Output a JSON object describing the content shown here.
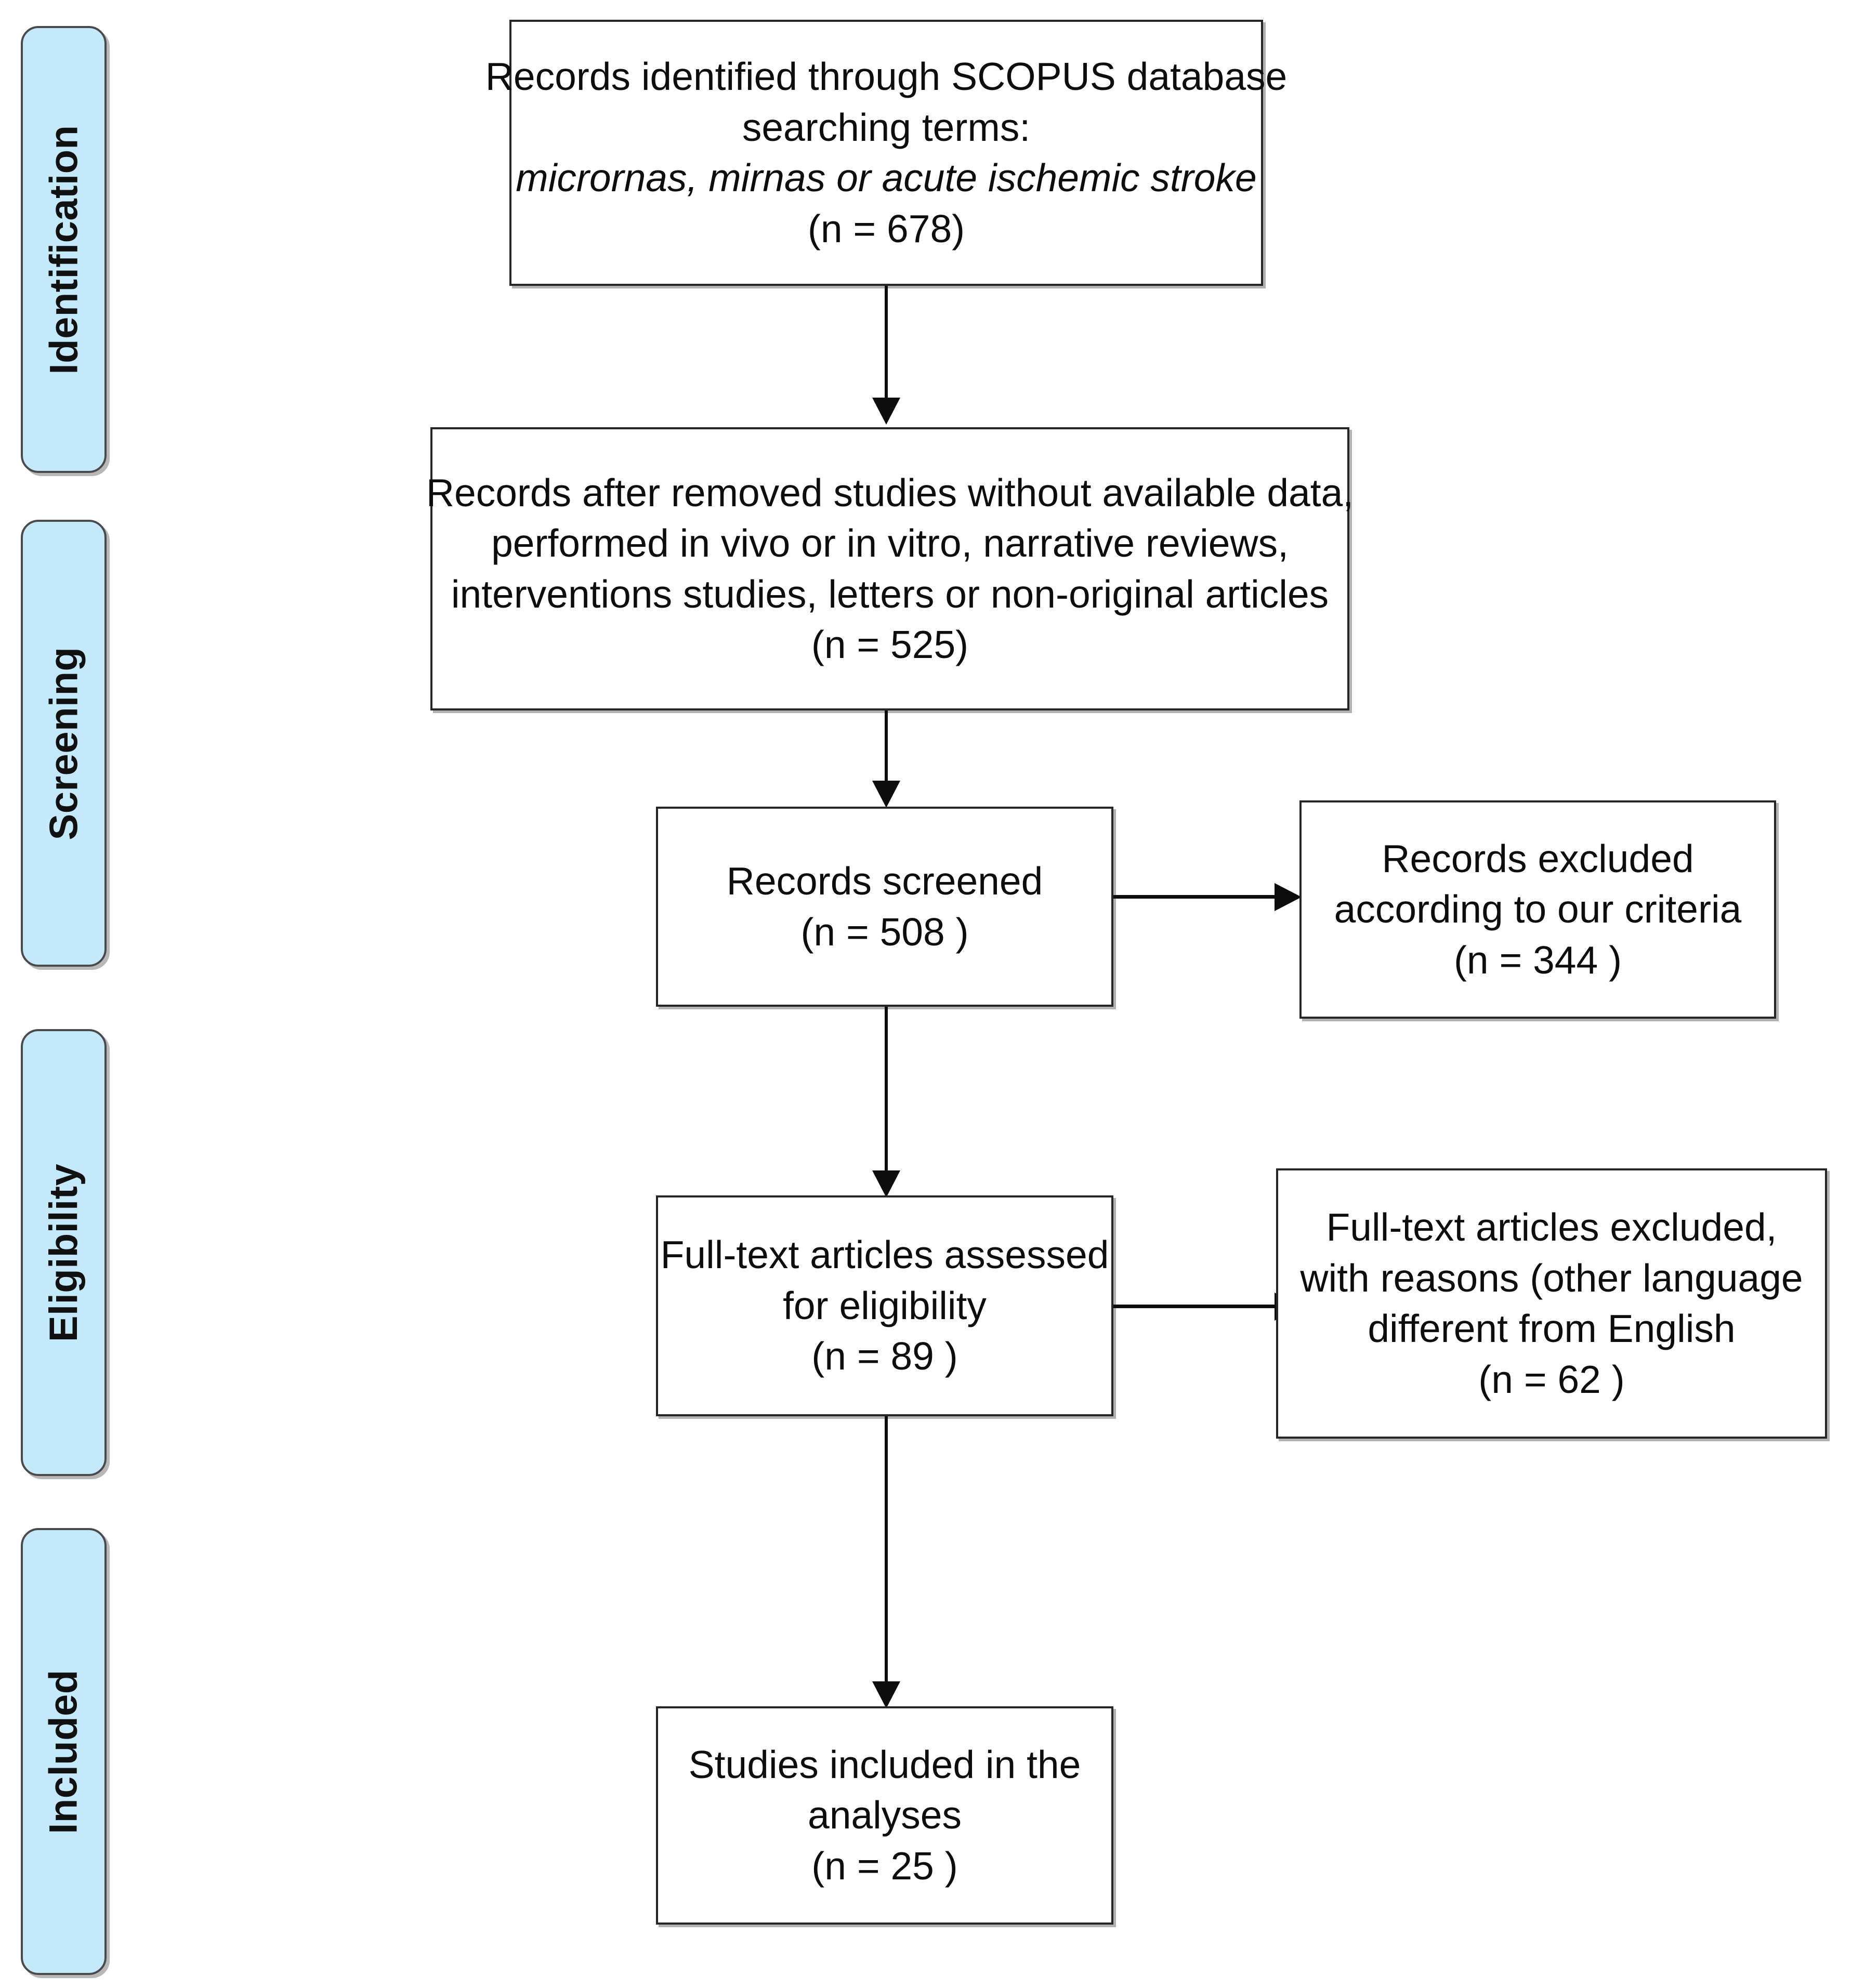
{
  "diagram": {
    "title": "PRISMA flow diagram",
    "type": "prisma-flowchart",
    "colors": {
      "stage_pill_fill": "#c3e9fb",
      "stage_pill_border": "#4a4a4a",
      "box_border": "#262626",
      "connector": "#0d0d0d",
      "background": "#ffffff",
      "text": "#0d0d0d"
    }
  },
  "stages": [
    {
      "id": "identification",
      "label": "Identification"
    },
    {
      "id": "screening",
      "label": "Screening"
    },
    {
      "id": "eligibility",
      "label": "Eligibility"
    },
    {
      "id": "included",
      "label": "Included"
    }
  ],
  "boxes": {
    "identified": {
      "id": "records-identified",
      "lines": [
        "Records identified through SCOPUS database",
        "searching terms:",
        "micrornas, mirnas or acute ischemic stroke",
        "(n = 678)"
      ],
      "line1": "Records identified through SCOPUS database",
      "line2": "searching terms:",
      "line3": "micrornas, mirnas or acute ischemic stroke",
      "line4": "(n = 678)",
      "n": 678
    },
    "after_removed": {
      "id": "records-after-removed",
      "line1": "Records after removed studies without available data,",
      "line2": "performed in vivo or in vitro, narrative reviews,",
      "line3": "interventions studies, letters or non-original articles",
      "line4": "(n = 525)",
      "n": 525
    },
    "screened": {
      "id": "records-screened",
      "line1": "Records screened",
      "line2": "(n = 508 )",
      "n": 508
    },
    "records_excluded": {
      "id": "records-excluded",
      "line1": "Records excluded",
      "line2": "according to our criteria",
      "line3": "(n = 344 )",
      "n": 344
    },
    "fulltext_assessed": {
      "id": "fulltext-assessed",
      "line1": "Full-text articles assessed",
      "line2": "for eligibility",
      "line3": "(n = 89 )",
      "n": 89
    },
    "fulltext_excluded": {
      "id": "fulltext-excluded",
      "line1": "Full-text articles excluded,",
      "line2": "with reasons (other language",
      "line3": "different from English",
      "line4": "(n = 62 )",
      "n": 62
    },
    "included_studies": {
      "id": "studies-included",
      "line1": "Studies included in the",
      "line2": "analyses",
      "line3": "(n = 25 )",
      "n": 25
    }
  },
  "chart_data": {
    "type": "table",
    "title": "PRISMA study selection flow",
    "categories": [
      "Records identified (SCOPUS)",
      "Records after removals",
      "Records screened",
      "Records excluded by criteria",
      "Full-text articles assessed",
      "Full-text articles excluded",
      "Studies included in analyses"
    ],
    "values": [
      678,
      525,
      508,
      344,
      89,
      62,
      25
    ]
  }
}
